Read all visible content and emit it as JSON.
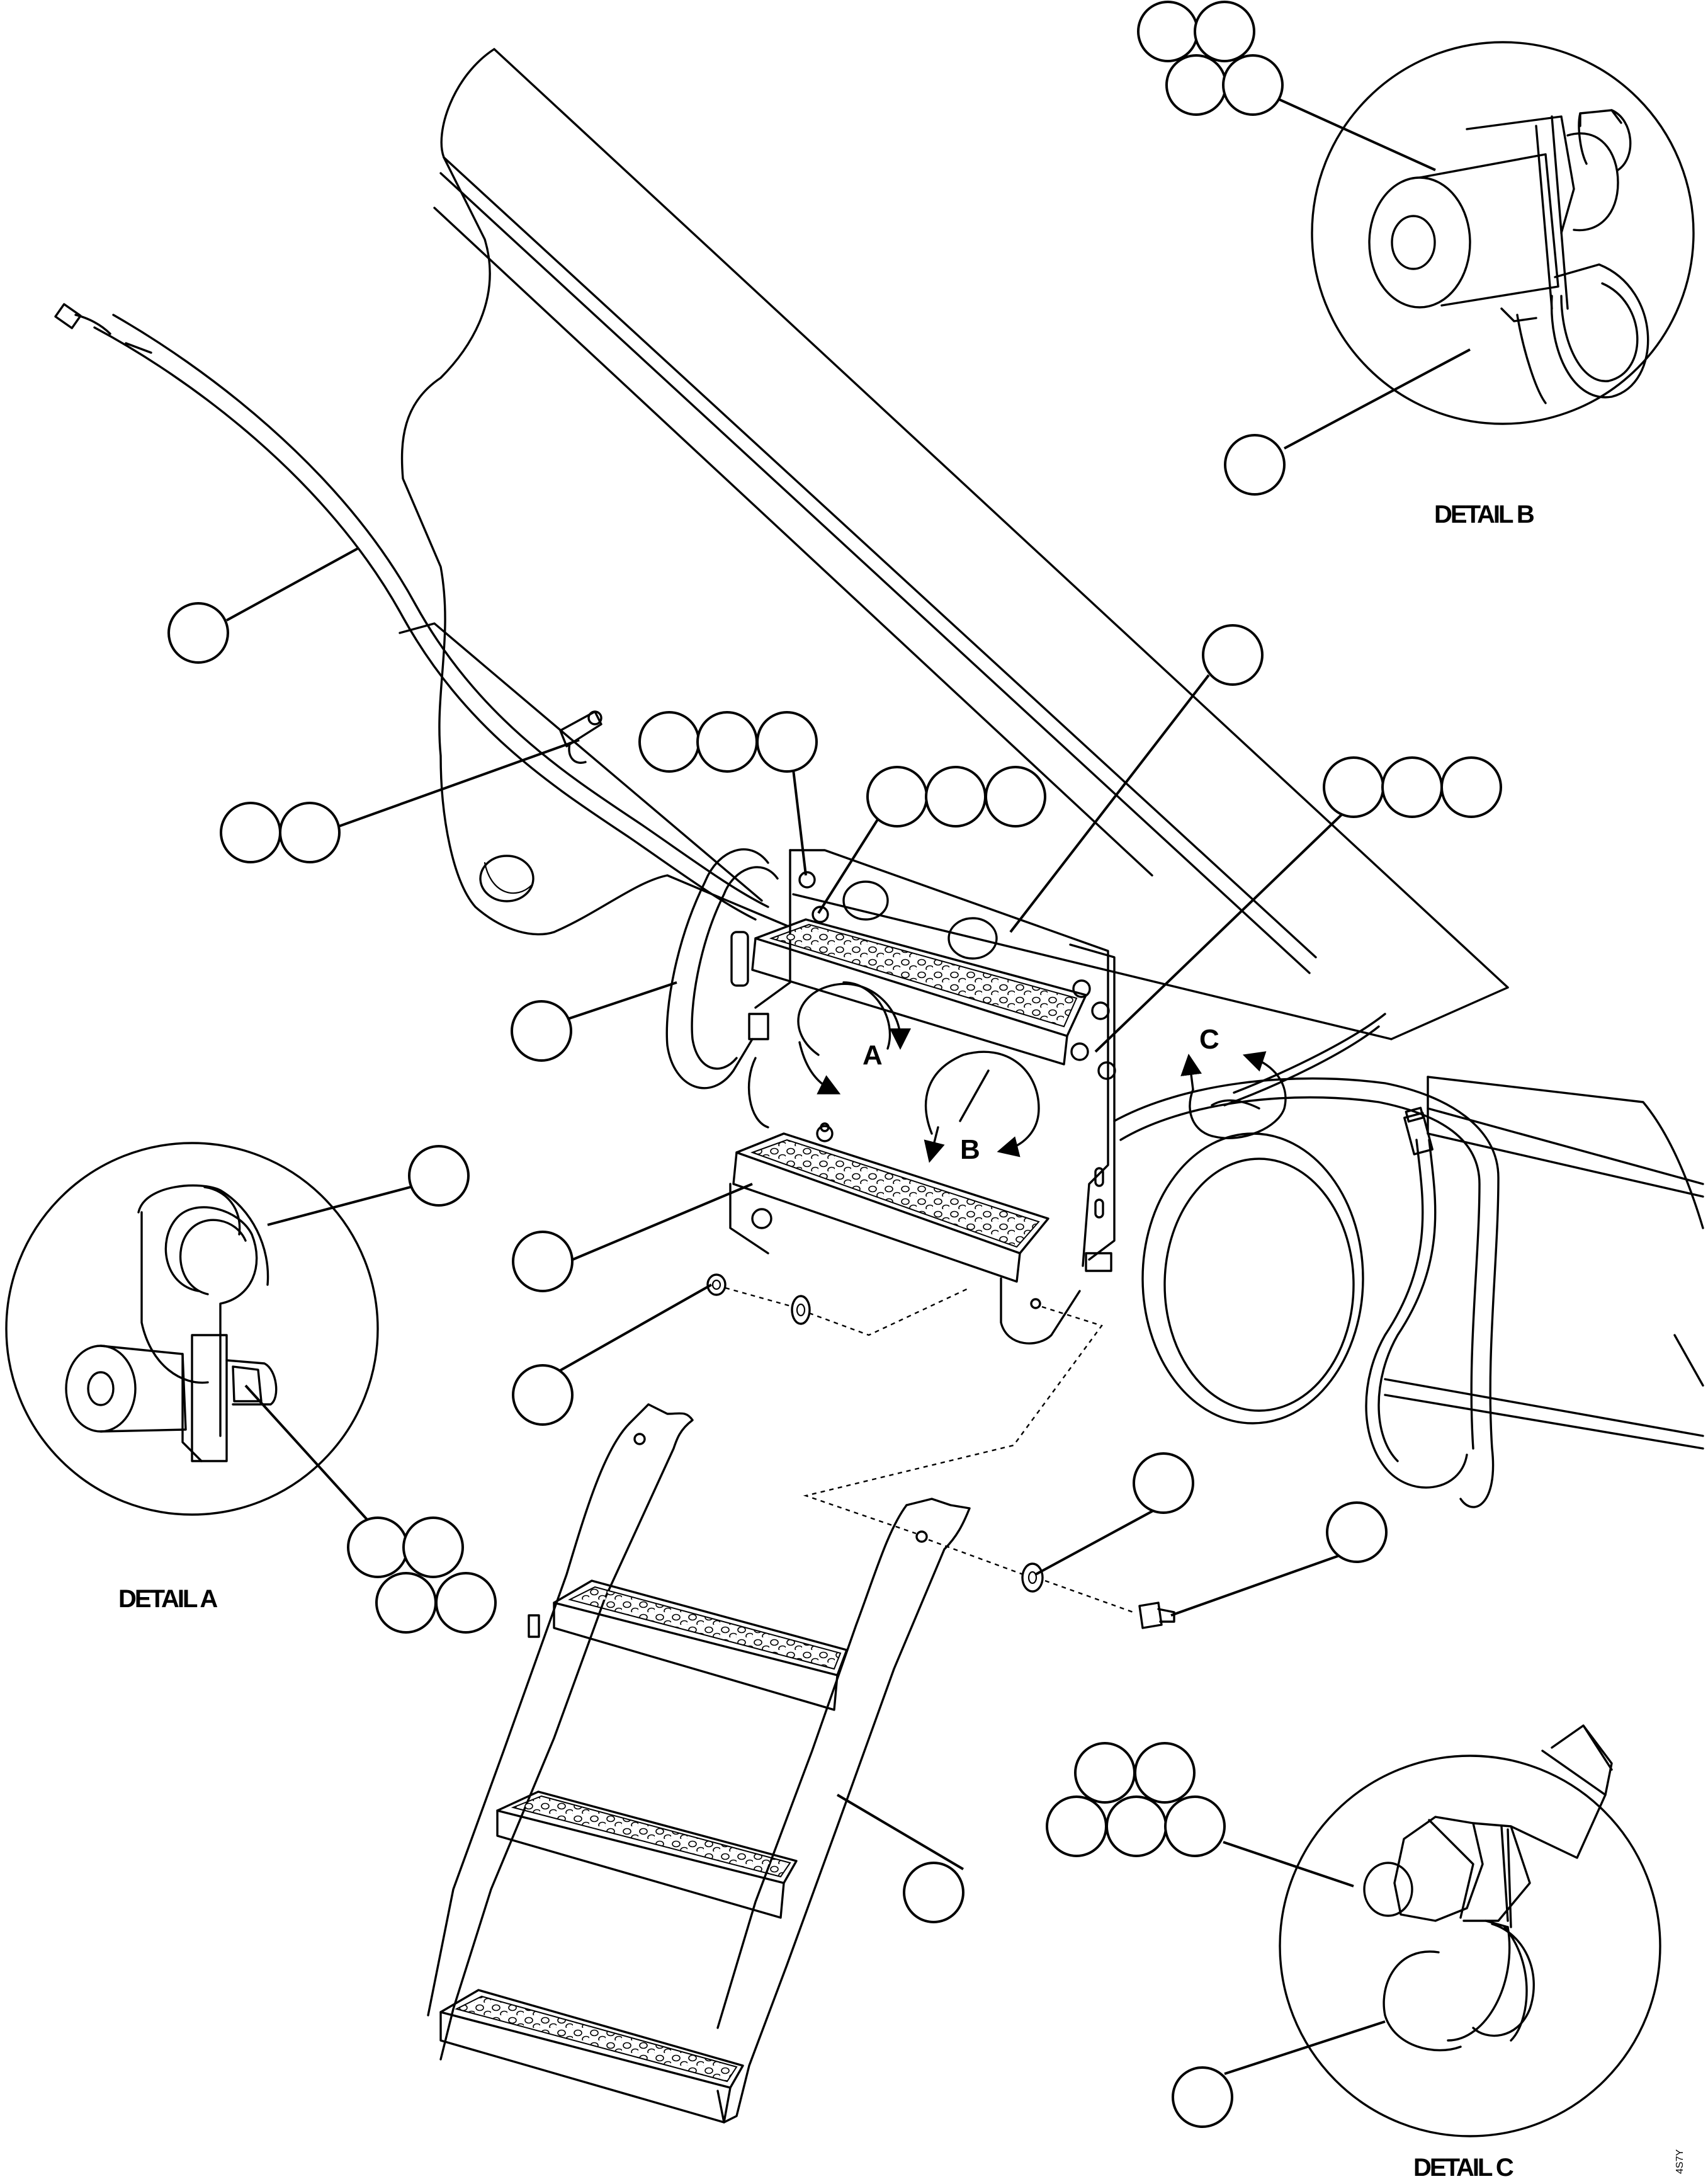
{
  "details": {
    "a": "DETAIL A",
    "b": "DETAIL B",
    "c": "DETAIL C"
  },
  "view_arrows": {
    "a": "A",
    "b": "B",
    "c": "C"
  },
  "drawing_code": "4S7Y"
}
